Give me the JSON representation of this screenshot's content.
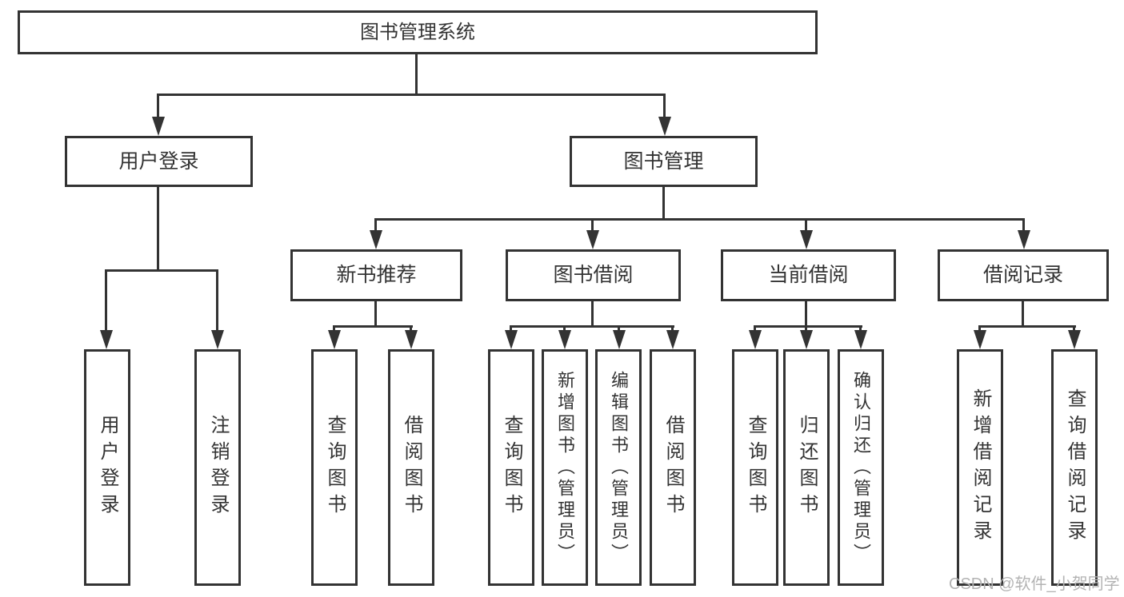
{
  "diagram": {
    "root": {
      "label": "图书管理系统"
    },
    "level2": [
      {
        "label": "用户登录"
      },
      {
        "label": "图书管理"
      }
    ],
    "level3": [
      {
        "label": "新书推荐"
      },
      {
        "label": "图书借阅"
      },
      {
        "label": "当前借阅"
      },
      {
        "label": "借阅记录"
      }
    ],
    "leaves": {
      "user_login": [
        {
          "label": "用户登录"
        },
        {
          "label": "注销登录"
        }
      ],
      "new_book_rec": [
        {
          "label": "查询图书"
        },
        {
          "label": "借阅图书"
        }
      ],
      "book_borrow": [
        {
          "label": "查询图书"
        },
        {
          "label": "新增图书（管理员）"
        },
        {
          "label": "编辑图书（管理员）"
        },
        {
          "label": "借阅图书"
        }
      ],
      "current_borrow": [
        {
          "label": "查询图书"
        },
        {
          "label": "归还图书"
        },
        {
          "label": "确认归还（管理员）"
        }
      ],
      "borrow_record": [
        {
          "label": "新增借阅记录"
        },
        {
          "label": "查询借阅记录"
        }
      ]
    }
  },
  "watermark": {
    "text": "CSDN @软件_小贺同学"
  },
  "colors": {
    "line": "#333333",
    "background": "#ffffff",
    "text": "#333333",
    "watermark": "#b3b3b3"
  }
}
